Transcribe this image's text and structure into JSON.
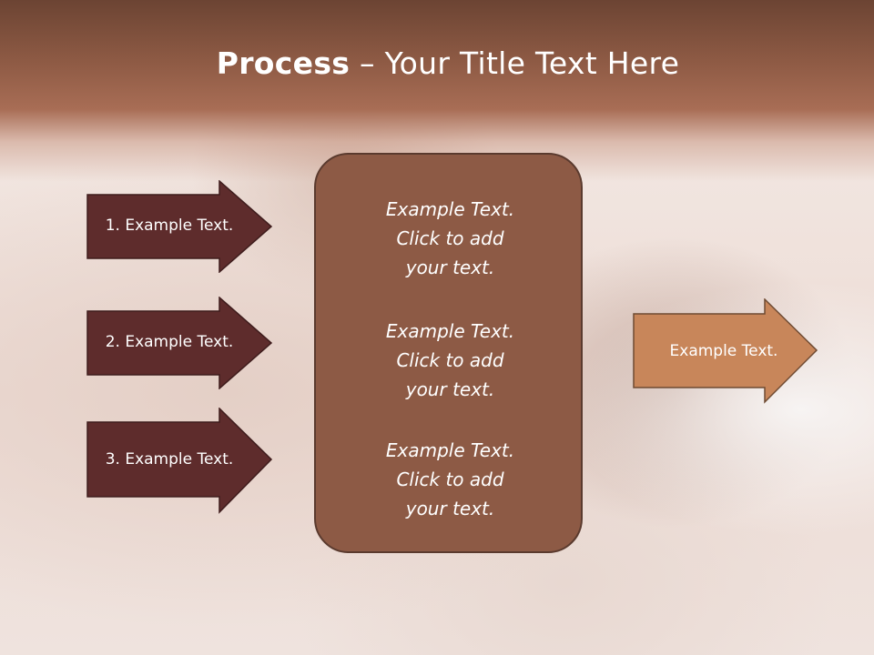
{
  "slide": {
    "title_bold": "Process",
    "title_rest": " – Your Title Text Here"
  },
  "steps": [
    {
      "label": "1. Example Text."
    },
    {
      "label": "2. Example Text."
    },
    {
      "label": "3. Example Text."
    }
  ],
  "center_blocks": [
    {
      "line1": "Example Text.",
      "line2": "Click  to add",
      "line3": "your text."
    },
    {
      "line1": "Example Text.",
      "line2": "Click  to add",
      "line3": "your text."
    },
    {
      "line1": "Example Text.",
      "line2": "Click  to add",
      "line3": "your text."
    }
  ],
  "output": {
    "label": "Example Text."
  },
  "colors": {
    "header": "#8f5b45",
    "step_arrow": "#5e2c2c",
    "center_box": "#8d5a45",
    "output_arrow": "#c8865a"
  }
}
